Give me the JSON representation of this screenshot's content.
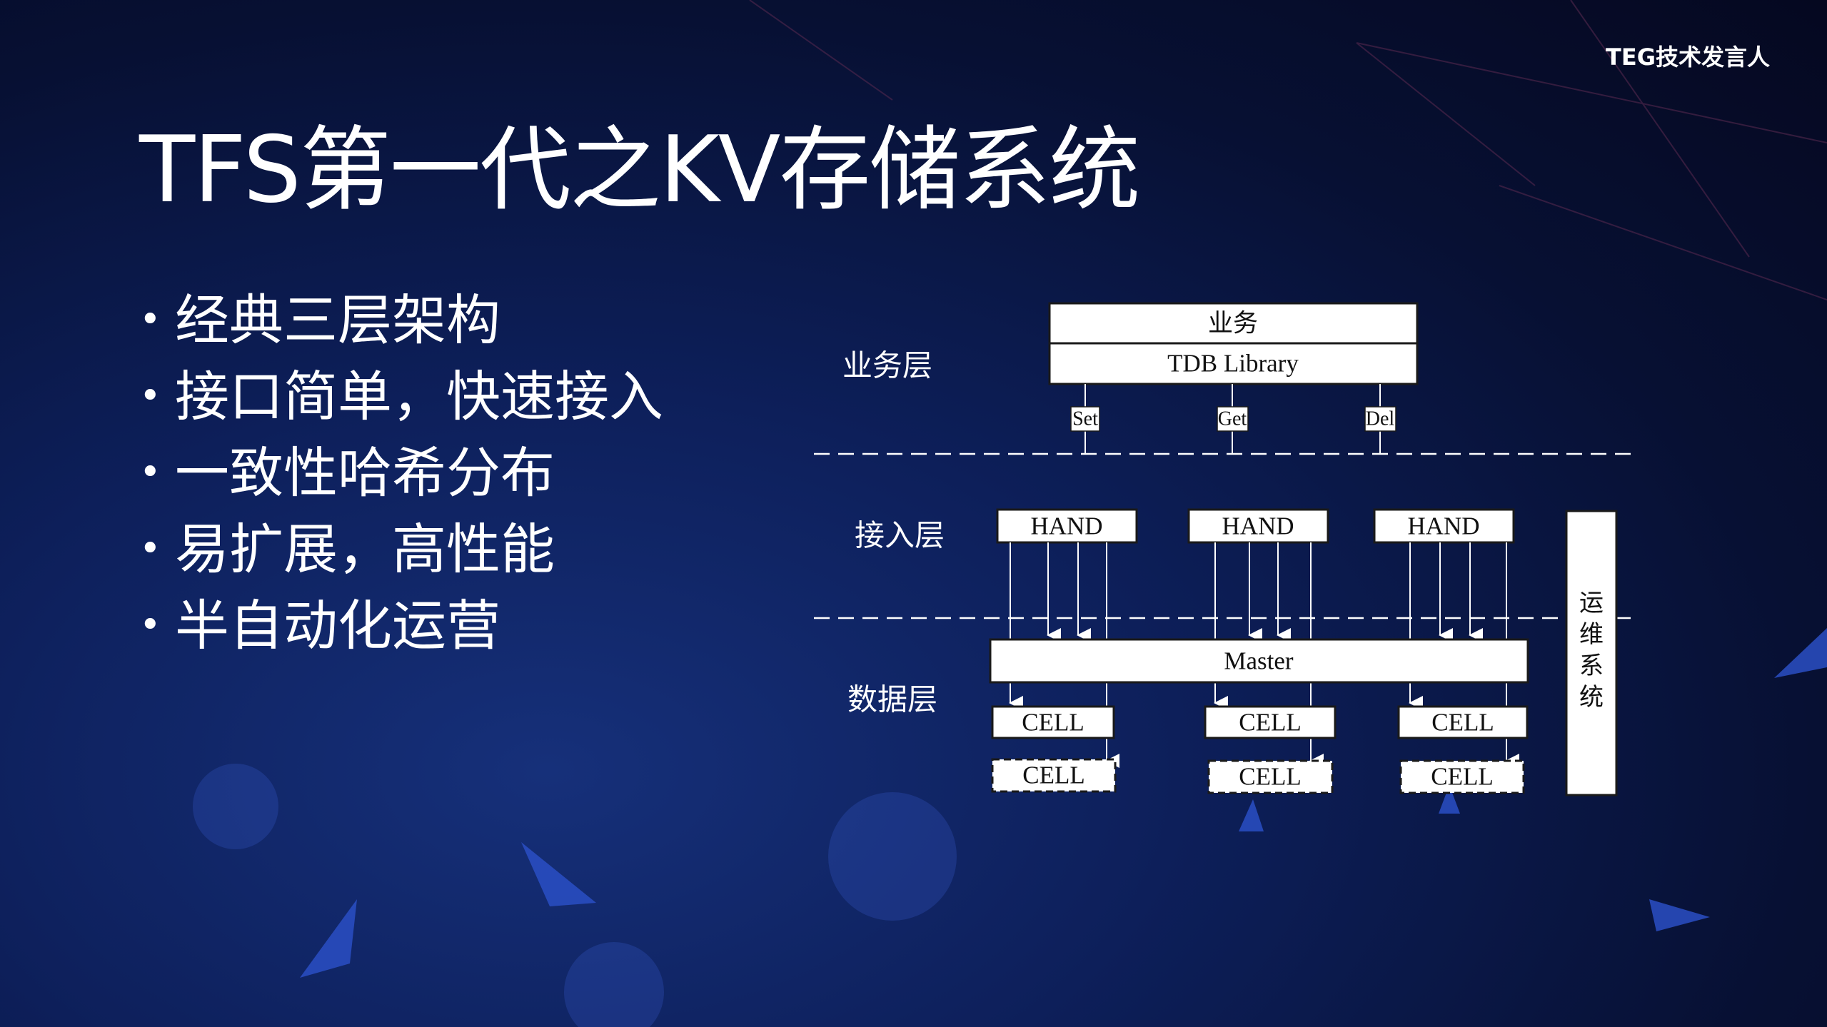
{
  "header": {
    "brand": "TEG技术发言人"
  },
  "title": "TFS第一代之KV存储系统",
  "bullets": [
    "经典三层架构",
    "接口简单，快速接入",
    "一致性哈希分布",
    "易扩展，高性能",
    "半自动化运营"
  ],
  "bullet_symbol": "•",
  "diagram": {
    "layers": {
      "business": "业务层",
      "access": "接入层",
      "data": "数据层"
    },
    "business_box": "业务",
    "library_box": "TDB Library",
    "api": [
      "Set",
      "Get",
      "Del"
    ],
    "hand": [
      "HAND",
      "HAND",
      "HAND"
    ],
    "master": "Master",
    "cells": [
      "CELL",
      "CELL",
      "CELL"
    ],
    "backup_cells": [
      "CELL",
      "CELL",
      "CELL"
    ],
    "ops_system": [
      "运",
      "维",
      "系",
      "统"
    ]
  },
  "colors": {
    "text": "#ffffff",
    "box_fill": "#ffffff",
    "box_text": "#111111",
    "accent": "#2a4fc4"
  }
}
